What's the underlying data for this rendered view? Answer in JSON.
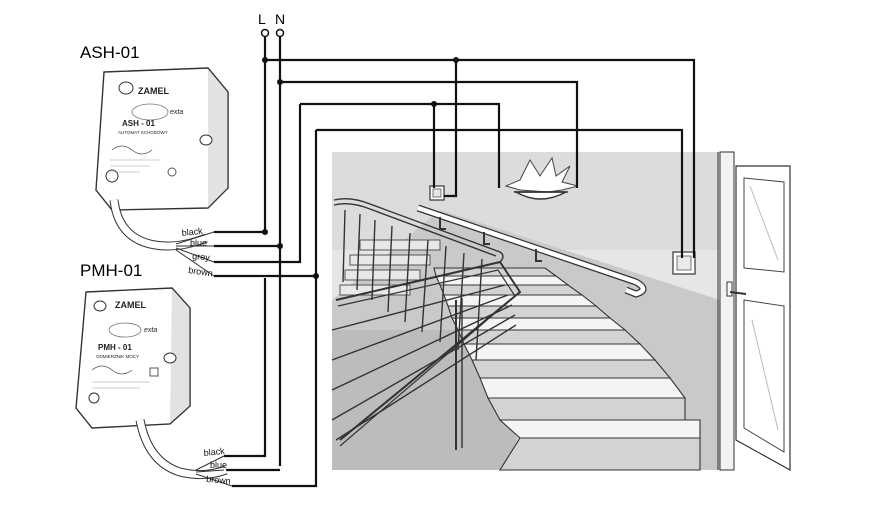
{
  "supply": {
    "line": "L",
    "neutral": "N"
  },
  "devices": [
    {
      "title": "ASH-01",
      "brand": "ZAMEL",
      "sub_brand": "exta",
      "model": "ASH - 01",
      "description": "AUTOMAT SCHODOWY",
      "wires": [
        "black",
        "blue",
        "grey",
        "brown"
      ]
    },
    {
      "title": "PMH-01",
      "brand": "ZAMEL",
      "sub_brand": "exta",
      "model": "PMH - 01",
      "description": "ODMIERZNIK MOCY",
      "wires": [
        "black",
        "blue",
        "brown"
      ]
    }
  ]
}
